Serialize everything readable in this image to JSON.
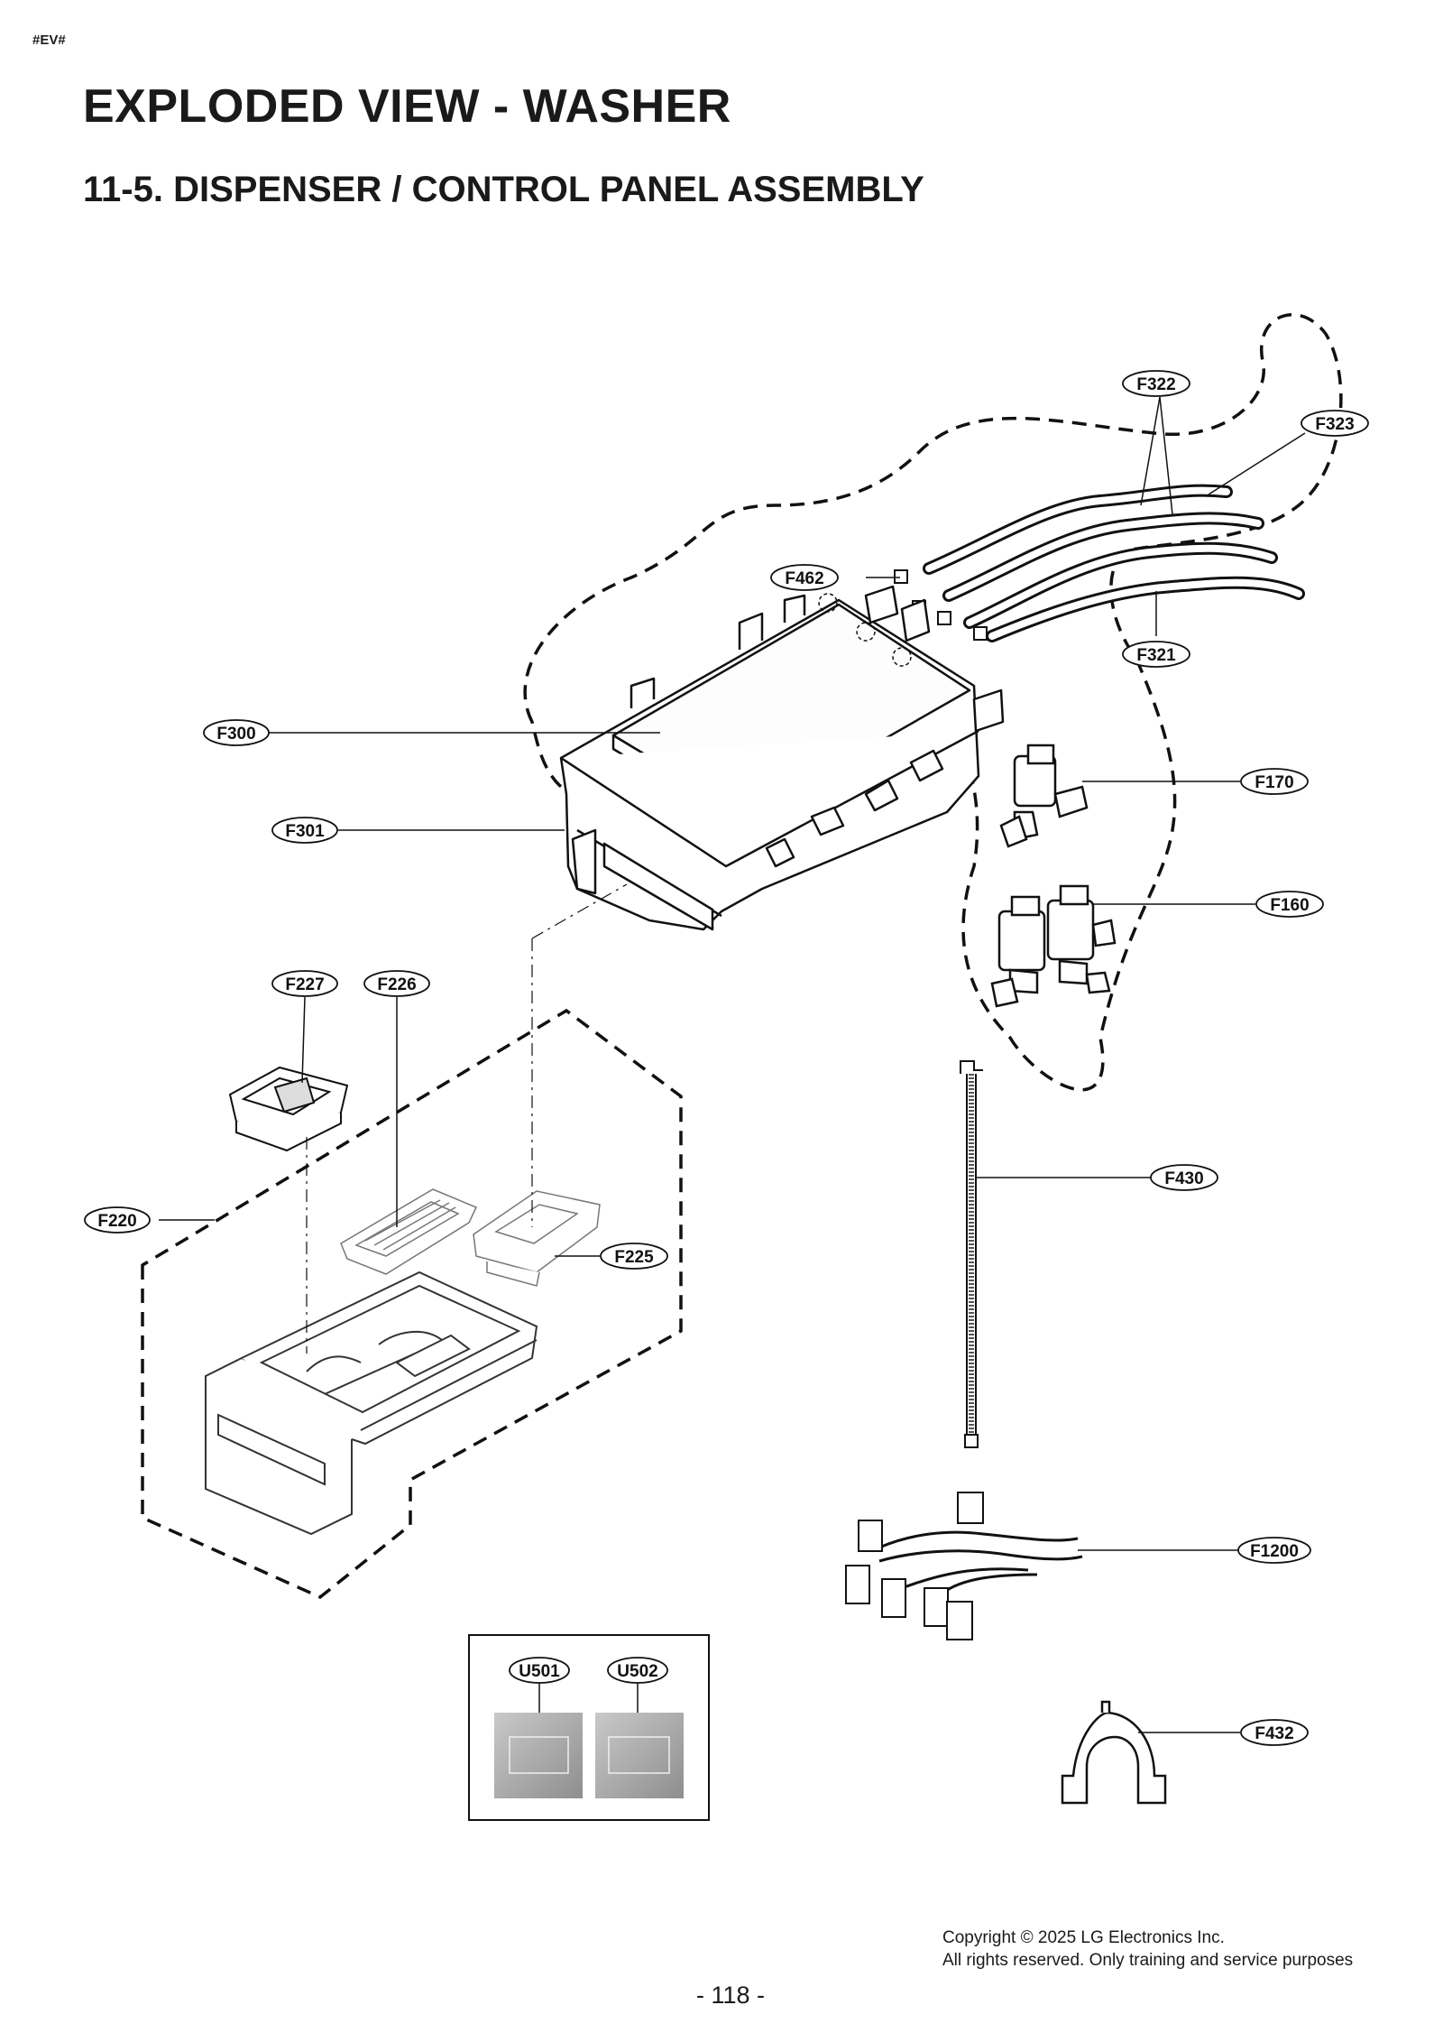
{
  "page": {
    "tag": "#EV#",
    "title": "EXPLODED VIEW - WASHER",
    "subtitle": "11-5. DISPENSER / CONTROL PANEL ASSEMBLY",
    "copyright_line1": "Copyright © 2025 LG Electronics Inc.",
    "copyright_line2": "All rights reserved. Only training and service purposes",
    "page_number": "- 118 -"
  },
  "callouts": {
    "F322": "F322",
    "F323": "F323",
    "F462": "F462",
    "F321": "F321",
    "F300": "F300",
    "F301": "F301",
    "F170": "F170",
    "F160": "F160",
    "F227": "F227",
    "F226": "F226",
    "F220": "F220",
    "F225": "F225",
    "F430": "F430",
    "F1200": "F1200",
    "U501": "U501",
    "U502": "U502",
    "F432": "F432"
  }
}
